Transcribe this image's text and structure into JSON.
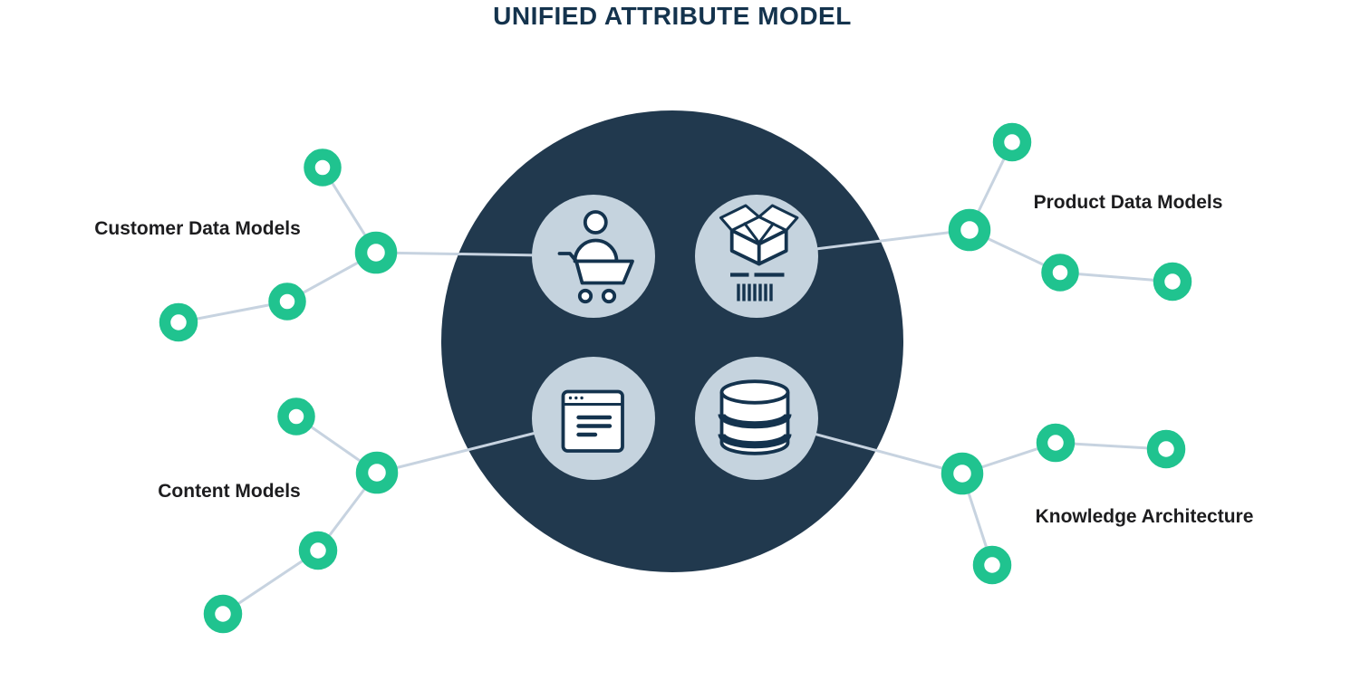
{
  "title": "UNIFIED ATTRIBUTE MODEL",
  "clusters": [
    {
      "id": "customer-data-models",
      "label": "Customer Data Models",
      "position": "top-left",
      "node_count": 4
    },
    {
      "id": "product-data-models",
      "label": "Product Data Models",
      "position": "top-right",
      "node_count": 4
    },
    {
      "id": "content-models",
      "label": "Content Models",
      "position": "bottom-left",
      "node_count": 4
    },
    {
      "id": "knowledge-architecture",
      "label": "Knowledge Architecture",
      "position": "bottom-right",
      "node_count": 4
    }
  ],
  "hub_icons": [
    {
      "id": "cart-person-icon"
    },
    {
      "id": "open-box-barcode-icon"
    },
    {
      "id": "browser-page-icon"
    },
    {
      "id": "database-icon"
    }
  ],
  "colors": {
    "background": "#ffffff",
    "navy_circle": "#21394e",
    "icon_circle": "#c5d3de",
    "icon_stroke": "#14334e",
    "node_green": "#20c38f",
    "connector": "#c7d3e0",
    "title_text": "#14334d",
    "label_text": "#1d1d1f"
  }
}
